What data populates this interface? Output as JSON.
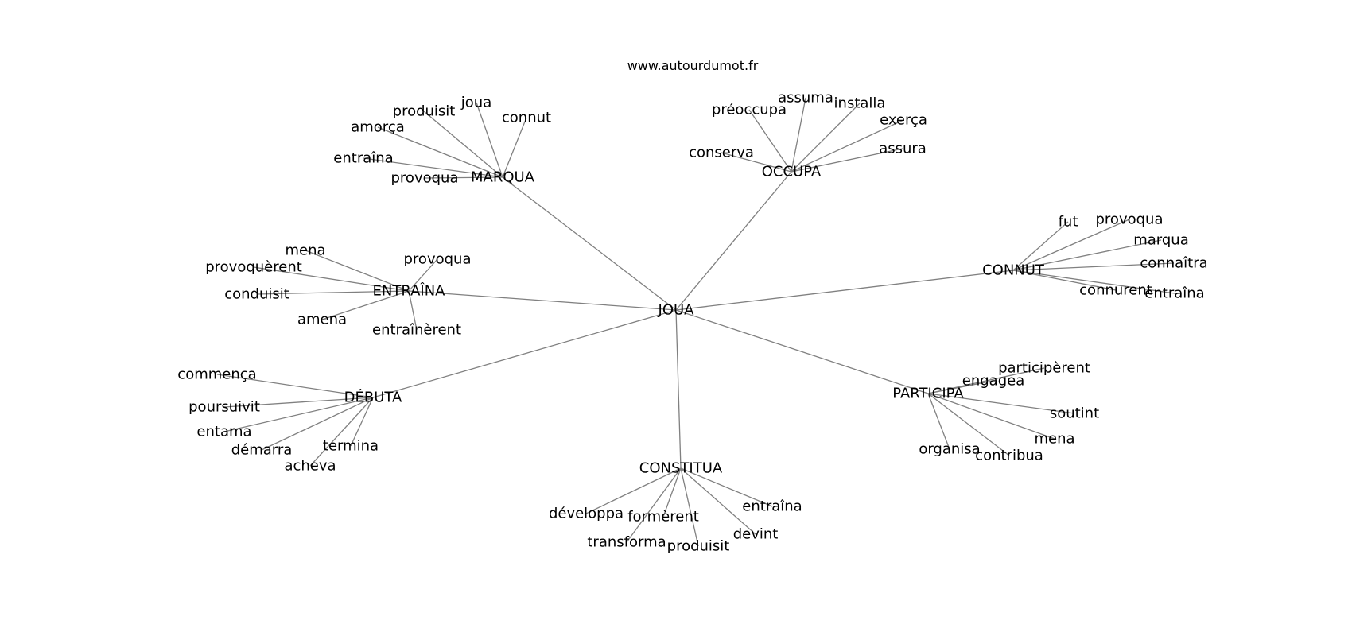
{
  "site": "www.autourdumot.fr",
  "graph": {
    "center": "JOUA",
    "hubs": [
      {
        "label": "MARQUA",
        "leaves": [
          "produisit",
          "joua",
          "connut",
          "amorça",
          "entraîna",
          "provoqua"
        ]
      },
      {
        "label": "OCCUPA",
        "leaves": [
          "préoccupa",
          "assuma",
          "installa",
          "exerça",
          "conserva",
          "assura"
        ]
      },
      {
        "label": "CONNUT",
        "leaves": [
          "fut",
          "provoqua",
          "marqua",
          "connaîtra",
          "connurent",
          "entraîna"
        ]
      },
      {
        "label": "ENTRAÎNA",
        "leaves": [
          "mena",
          "provoquèrent",
          "provoqua",
          "conduisit",
          "amena",
          "entraînèrent"
        ]
      },
      {
        "label": "DÉBUTA",
        "leaves": [
          "commença",
          "poursuivit",
          "entama",
          "démarra",
          "termina",
          "acheva"
        ]
      },
      {
        "label": "PARTICIPA",
        "leaves": [
          "participèrent",
          "engagea",
          "soutint",
          "mena",
          "organisa",
          "contribua"
        ]
      },
      {
        "label": "CONSTITUA",
        "leaves": [
          "développa",
          "formèrent",
          "transforma",
          "produisit",
          "entraîna",
          "devint"
        ]
      }
    ]
  }
}
